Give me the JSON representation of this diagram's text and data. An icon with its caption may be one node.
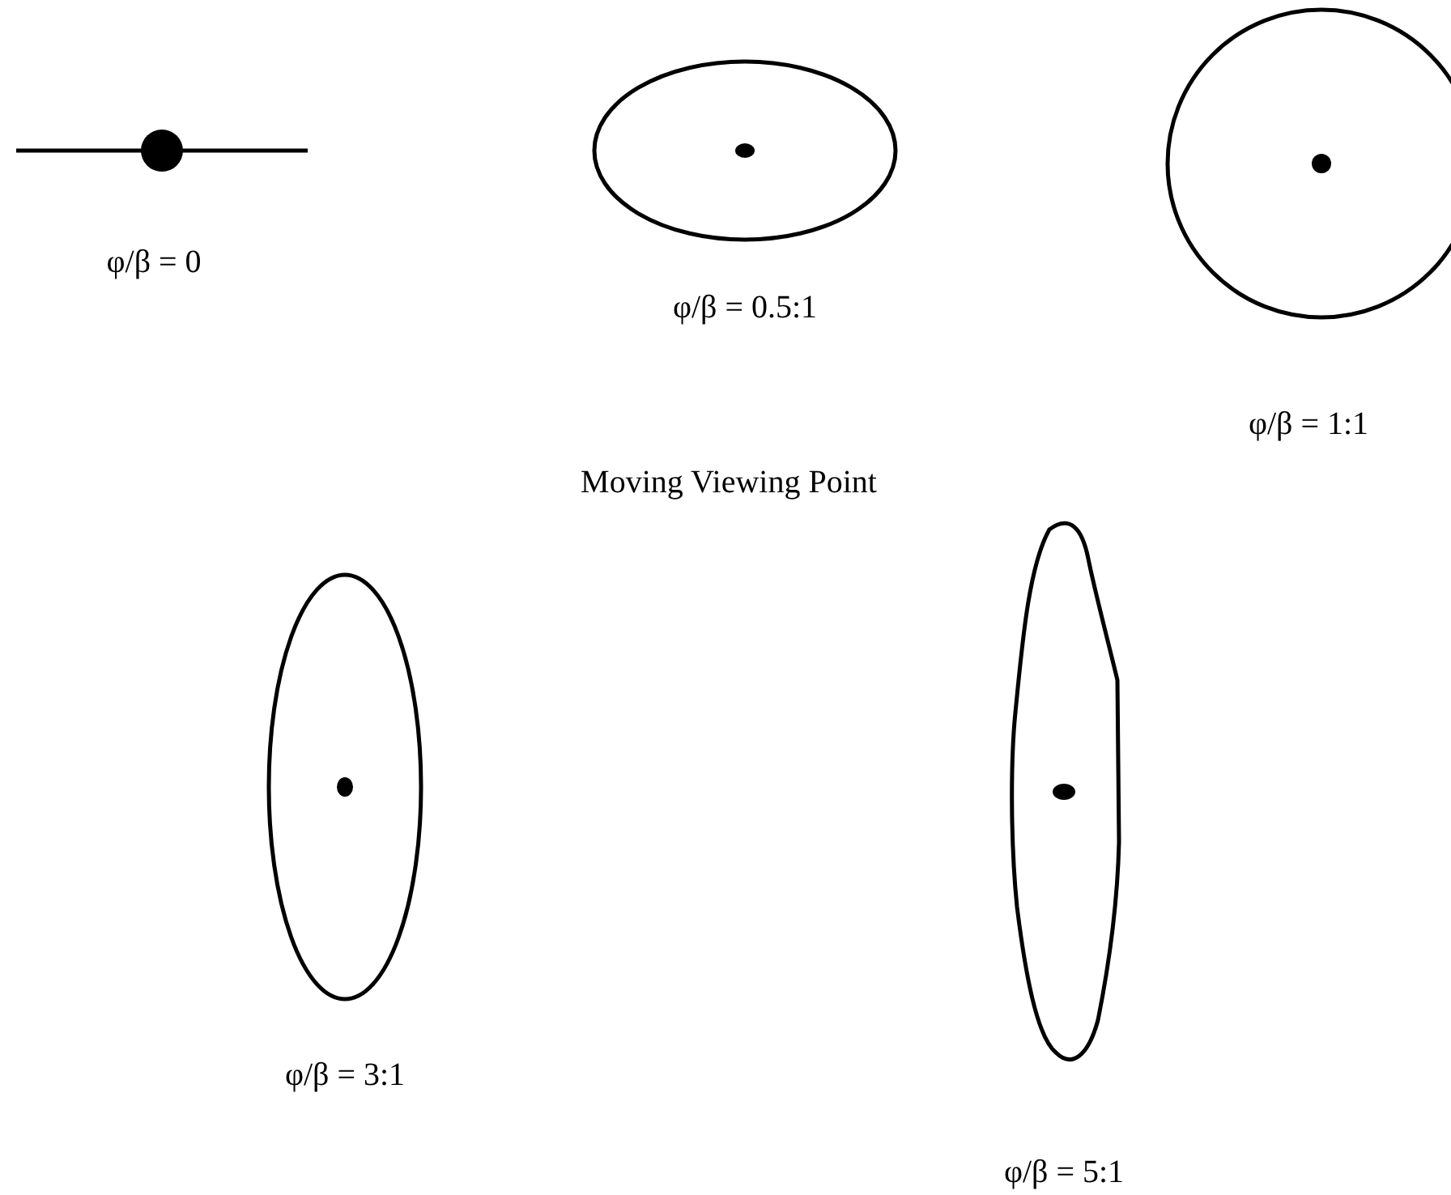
{
  "diagram": {
    "labels": [
      "φ/β = 0",
      "φ/β = 0.5:1",
      "φ/β = 1:1",
      "Moving Viewing Point",
      "φ/β = 3:1",
      "φ/β = 5:1"
    ]
  }
}
